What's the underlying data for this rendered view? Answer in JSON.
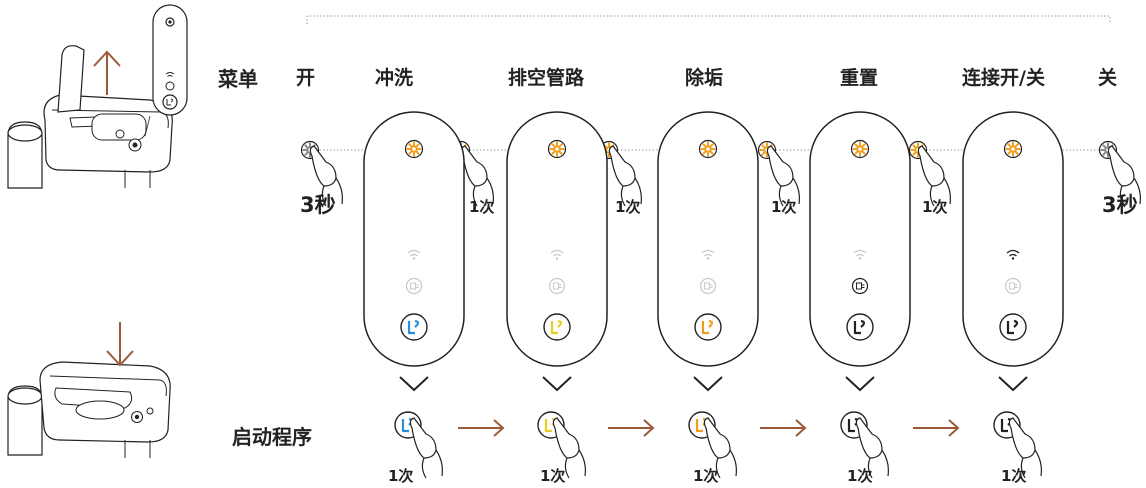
{
  "header": {
    "menu_label": "菜单",
    "on_label": "开",
    "off_label": "关"
  },
  "steps": [
    {
      "label": "冲洗",
      "accent": "#2a8fd6"
    },
    {
      "label": "排空管路",
      "accent": "#e9cf1f"
    },
    {
      "label": "除垢",
      "accent": "#f29a1b"
    },
    {
      "label": "重置",
      "accent": "#222222"
    },
    {
      "label": "连接开/关",
      "accent": "#222222"
    }
  ],
  "presses": {
    "hold_start": "3秒",
    "hold_end": "3秒",
    "once": [
      "1次",
      "1次",
      "1次",
      "1次"
    ],
    "start_once": [
      "1次",
      "1次",
      "1次",
      "1次",
      "1次"
    ]
  },
  "start_label": "启动程序",
  "colors": {
    "arrow": "#9b5a3a",
    "gear": "#f2a01b",
    "line": "#222222",
    "faded": "#c8c8c8"
  },
  "icons": [
    "gear-icon",
    "wifi-icon",
    "descale-icon",
    "cup-icon",
    "hand-icon",
    "chevron-down-icon",
    "arrow-right-icon"
  ]
}
